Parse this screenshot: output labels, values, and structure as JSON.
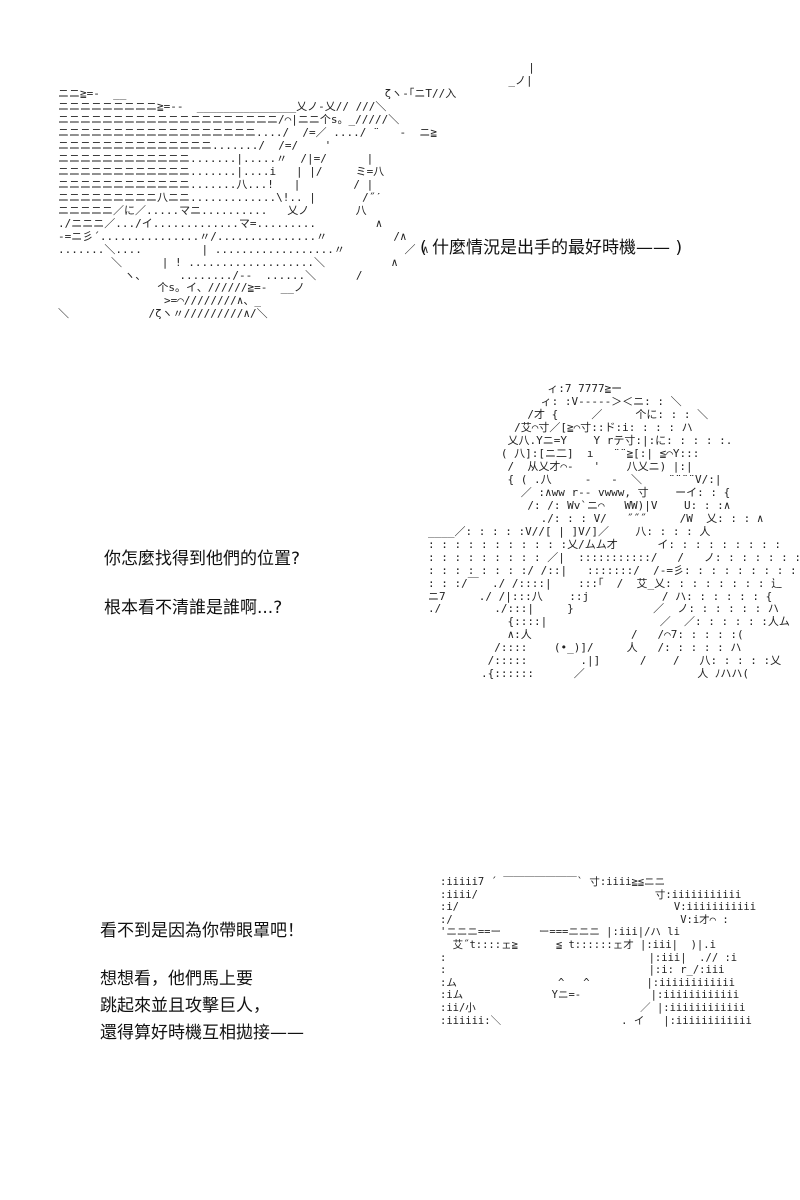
{
  "art": {
    "horse": "                                                                       |\n                                                                    _ノ|\nニニ≧=-  __                                       ζヽ-｢ニT//入\nニニニニニニニニニ≧=--  _______________乂ノ-乂// ///＼\nニニニニニニニニニニニニニニニニニニニニ/⌒|ニニ个s。_/////＼\nニニニニニニニニニニニニニニニニニニ..../  /=／ ..../ ¨   -  ニ≧\nニニニニニニニニニニニニニニ......./  /=/    '\nニニニニニニニニニニニニ.......|.....〃  /|=/      |\nニニニニニニニニニニニニ.......|....i   | |/     ミ=八\nニニニニニニニニニニニニ.......八...!   |        / |\nニニニニニニニニニ八ニニ.............\\!.. |       /˝ˊ\nニニニニニ／に／.....マニ..........   乂ノ       八\n./ニニニ／.../イ.............マ=.........         ∧\n-=ニ彡´...............〃/...............〃          /∧\n.......＼....         | ..................〃         ／ ∧\n        ＼      | ! ...................＼          ∧\n          ヽ、     ......../--  ......＼      /\n               个s。イ、//////≧=-  __ノ\n                >=⌒////////∧、_\n＼            /ζヽ〃/////////∧/＼",
    "girl": "                  ィ:7 7777≧ー\n                 ィ: :V-‐‐‐‐＞＜ニ: : ＼\n               /才 {     ／     个に: : : ＼\n             /艾⌒寸／[≧⌒寸::ド:i: : : : ハ\n            乂八.Yニ=Y    Y rテ寸:|:に: : : : :.\n           ( 八]:[ニ二]  ı   ¨¨≧[:| ≦⌒Y:::\n            /  从乂才⌒-   '    八乂ニ) |:|\n            { ( .八     -   -  ＼    ¨¨¨¨V/:|\n              ／ :∧ww r-- vwww, 寸    ーイ: : {\n               /: /: Wv`ニ⌒   WW)|V    U: : :∧\n                 ./: : : V/   ˝˝˝     /W  乂: : : ∧\n____／: : : : :V//[ | ]V/]／    八: : : : 人\n: : : : : : : : : : :乂/ムム才      イ: : : : : : : : :\n: : : : : : : : : ／|  :::::::::::/   /   ノ: : : : : : : :\n: : : : : : : :/ /::|   :::::::/  /-=彡: : : : : : : : : :\n: : :/￣  ./ /::::|    :::｢  /  艾_乂: : : : : : : : 辶\nニ7     ./ /|:::八    ::j           / ハ: : : : : : {\n./        ./:::|     }            ／  ノ: : : : : : ハ\n            {::::|                 ／  ／: : : : : :人ム\n            ∧:人               /   /⌒7: : : : :(\n          /::::    (•_)]/     人   /: : : : : ハ\n         /:::::        .|]      /    /   八: : : : :乂\n        .{::::::      ／                 人 ﾉハハ(",
    "face": ":iiiii7 ´ ￣￣￣￣￣￣￣` 寸:iiii≧≦ニニ\n:iiii/                            寸:iiiiiiiiiii\n:i/                                  V:iiiiiiiiiii\n:/                                    V:i才⌒ :\n'ニニニ==ー      ー===ニニニ |:iii|/ハ li\n  艾˝t::::ェ≧      ≦ t::::::ェ才 |:iii|  )|.i\n:                                |:iii|  .// :i\n:                                |:i: r_/:iii\n:ム                ^   ^         |:iiiiiiiiiiii\n:iム              Yニ=-           |:iiiiiiiiiiii\n:ii/小                          ／ |:iiiiiiiiiiii\n:iiiiii:＼                   . イ   |:iiiiiiiiiiii"
  },
  "text": {
    "line1": "( 什麼情況是出手的最好時機—— )",
    "line2": "你怎麼找得到他們的位置?",
    "line3": "根本看不清誰是誰啊...?",
    "line4": "看不到是因為你帶眼罩吧！",
    "line5": "想想看，他們馬上要\n跳起來並且攻擊巨人，\n還得算好時機互相拋接——"
  }
}
